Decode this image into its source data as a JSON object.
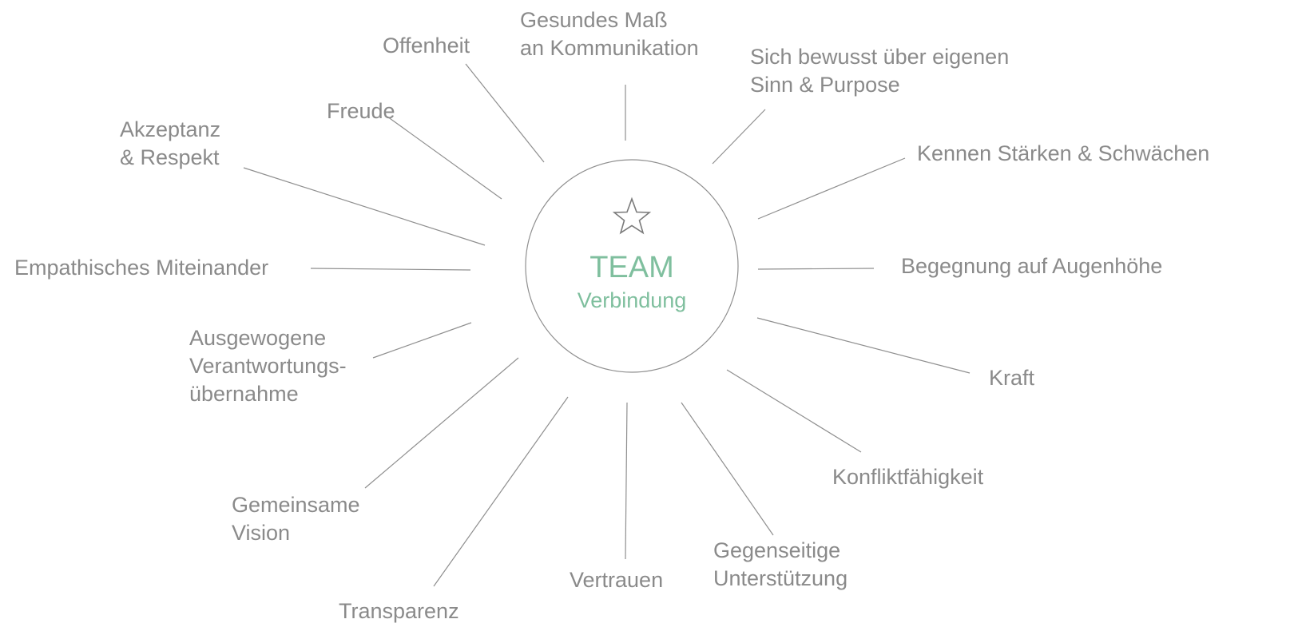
{
  "center": {
    "title": "TEAM",
    "subtitle": "Verbindung",
    "icon": "star-icon"
  },
  "colors": {
    "accent": "#7fbf9e",
    "text": "#8a8a8a",
    "line": "#8f8f8f"
  },
  "nodes": [
    {
      "id": "gesundes-mass",
      "lines": [
        "Gesundes Maß",
        "an Kommunikation"
      ]
    },
    {
      "id": "sinn-purpose",
      "lines": [
        "Sich bewusst über eigenen",
        "Sinn & Purpose"
      ]
    },
    {
      "id": "staerken-schwaechen",
      "lines": [
        "Kennen Stärken & Schwächen"
      ]
    },
    {
      "id": "augenhoehe",
      "lines": [
        "Begegnung auf Augenhöhe"
      ]
    },
    {
      "id": "kraft",
      "lines": [
        "Kraft"
      ]
    },
    {
      "id": "konfliktfaehigkeit",
      "lines": [
        "Konfliktfähigkeit"
      ]
    },
    {
      "id": "unterstuetzung",
      "lines": [
        "Gegenseitige",
        "Unterstützung"
      ]
    },
    {
      "id": "vertrauen",
      "lines": [
        "Vertrauen"
      ]
    },
    {
      "id": "transparenz",
      "lines": [
        "Transparenz"
      ]
    },
    {
      "id": "vision",
      "lines": [
        "Gemeinsame",
        "Vision"
      ]
    },
    {
      "id": "verantwortung",
      "lines": [
        "Ausgewogene",
        "Verantwortungs-",
        "übernahme"
      ]
    },
    {
      "id": "empathie",
      "lines": [
        "Empathisches Miteinander"
      ]
    },
    {
      "id": "akzeptanz",
      "lines": [
        "Akzeptanz",
        "& Respekt"
      ]
    },
    {
      "id": "freude",
      "lines": [
        "Freude"
      ]
    },
    {
      "id": "offenheit",
      "lines": [
        "Offenheit"
      ]
    }
  ]
}
